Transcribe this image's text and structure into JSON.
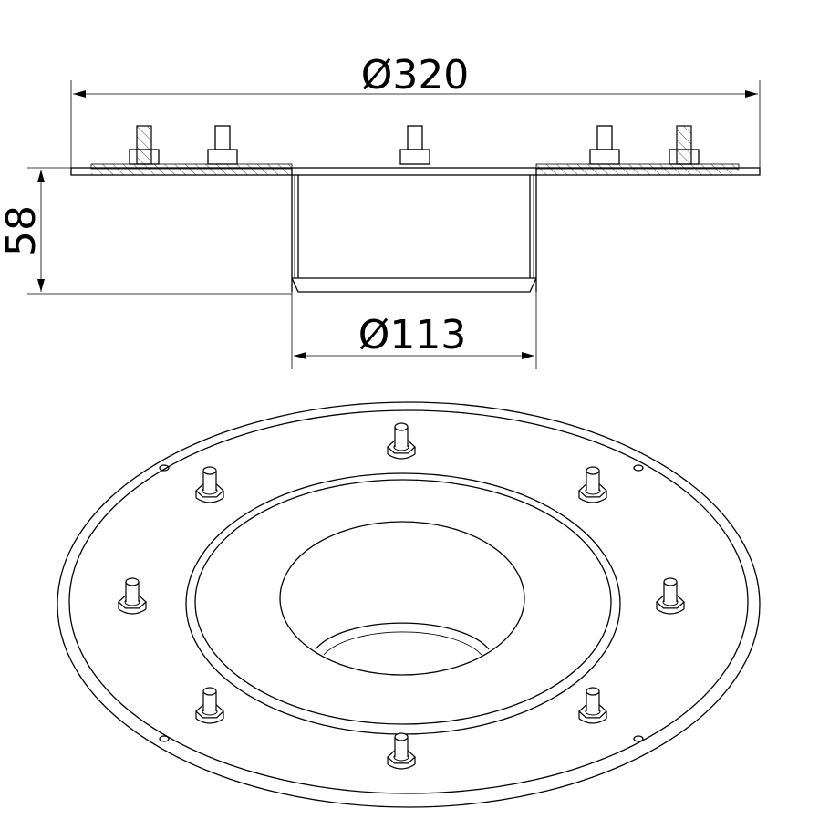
{
  "drawing": {
    "dimensions": {
      "outer_diameter": "Ø320",
      "height": "58",
      "inner_diameter": "Ø113"
    },
    "colors": {
      "line": "#000000",
      "background": "#ffffff"
    }
  }
}
